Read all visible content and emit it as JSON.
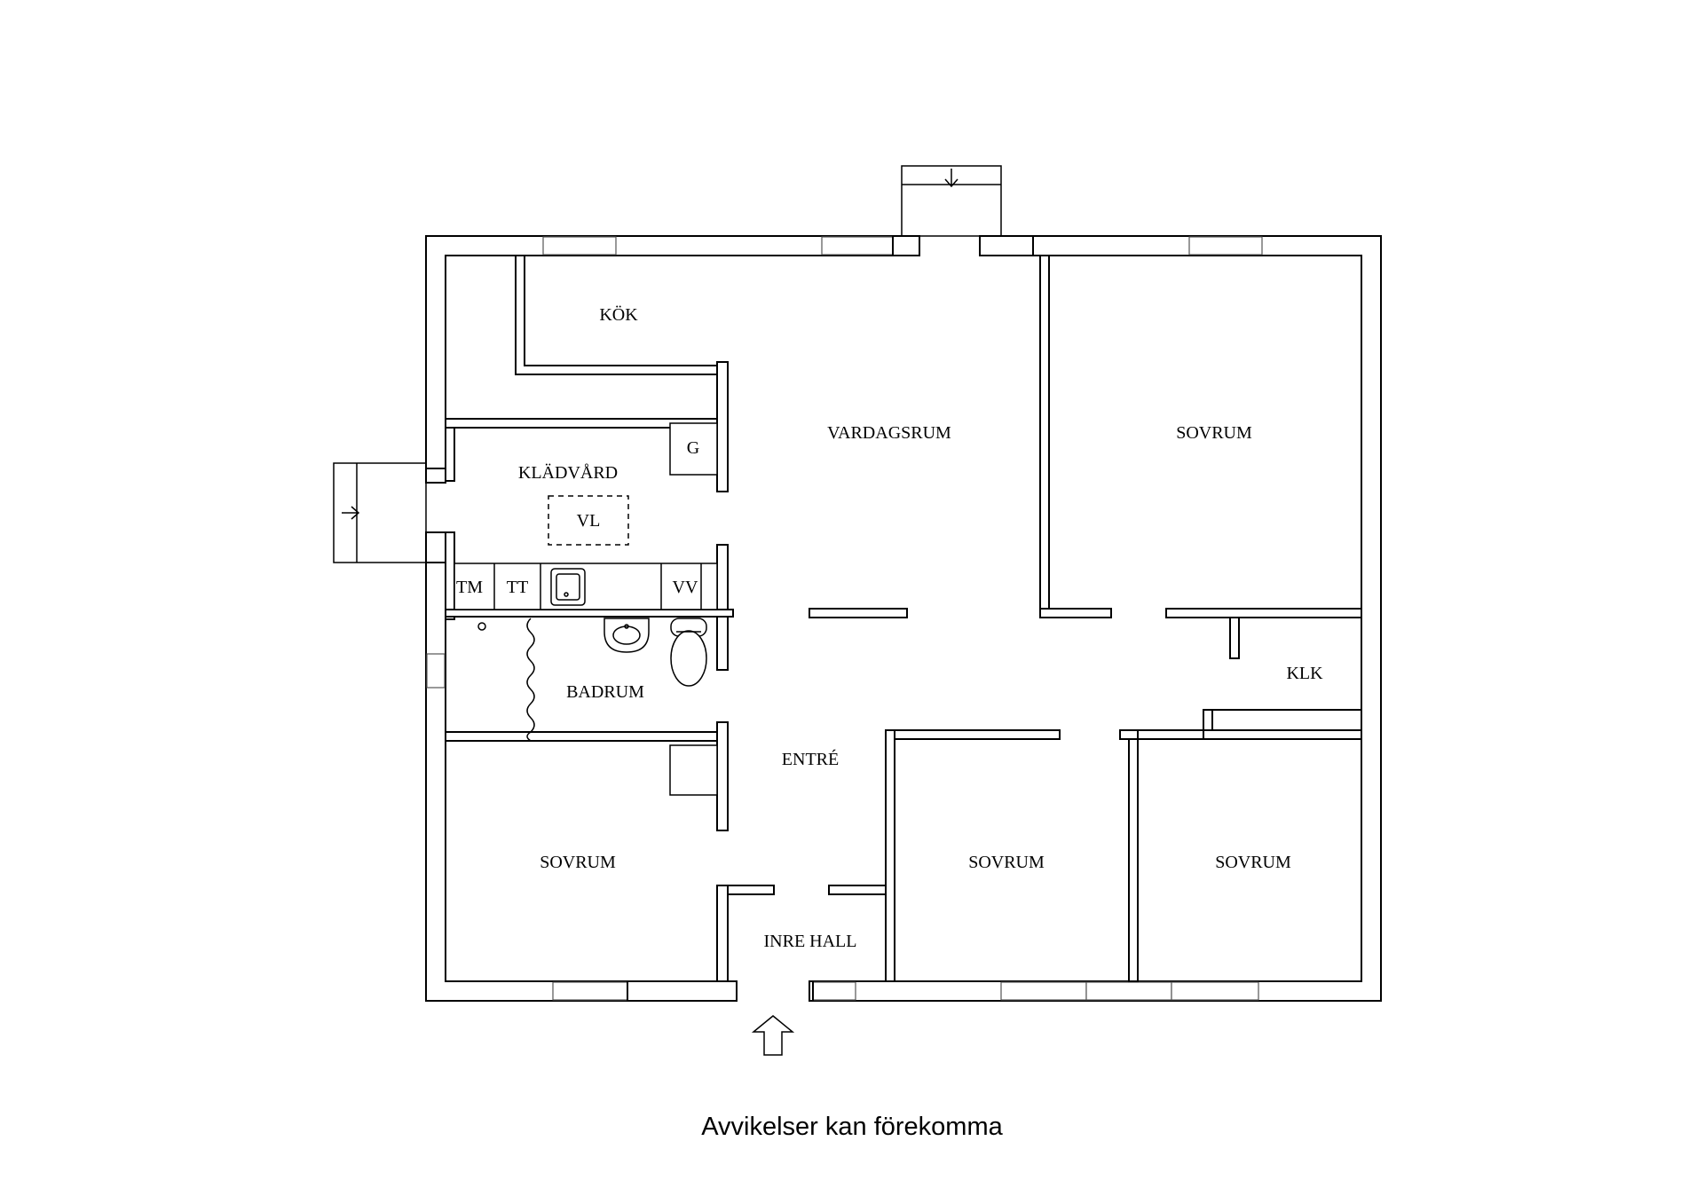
{
  "rooms": {
    "kok": "KÖK",
    "vardagsrum": "VARDAGSRUM",
    "sovrum_master": "SOVRUM",
    "kladvard": "KLÄDVÅRD",
    "badrum": "BADRUM",
    "klk": "KLK",
    "entre": "ENTRÉ",
    "sovrum_west": "SOVRUM",
    "sovrum_middle": "SOVRUM",
    "sovrum_east": "SOVRUM",
    "inre_hall": "INRE HALL"
  },
  "fixtures": {
    "g": "G",
    "vl": "VL",
    "tm": "TM",
    "tt": "TT",
    "vv": "VV"
  },
  "disclaimer": "Avvikelser kan förekomma"
}
